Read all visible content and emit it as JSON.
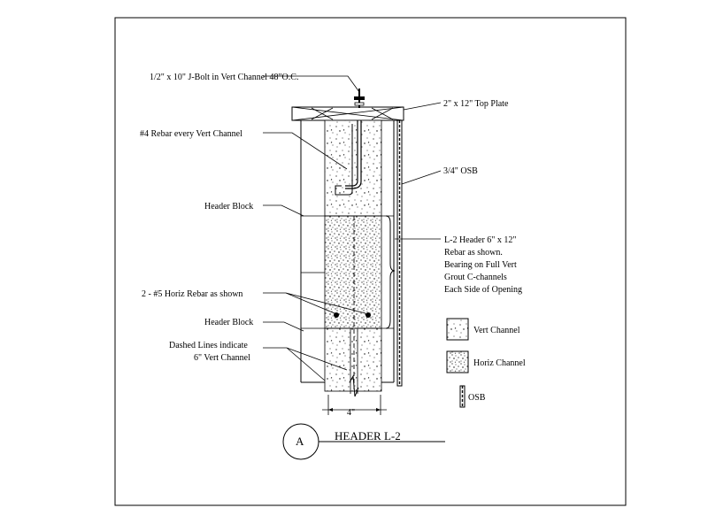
{
  "callouts": {
    "jbolt": "1/2\" x 10\" J-Bolt in Vert Channel 48\"O.C.",
    "top_plate": "2\" x 12\" Top Plate",
    "rebar4": "#4 Rebar every Vert Channel",
    "osb": "3/4\" OSB",
    "header_block_upper": "Header Block",
    "header_spec": [
      "L-2 Header 6\" x 12\"",
      "Rebar as shown.",
      "Bearing on Full Vert",
      "Grout C-channels",
      "Each Side of Opening"
    ],
    "horiz_rebar": "2 - #5 Horiz Rebar as shown",
    "header_block_lower": "Header Block",
    "dashed": [
      "Dashed Lines indicate",
      "6\" Vert Channel"
    ],
    "dimension": "4\""
  },
  "legend": [
    {
      "label": "Vert Channel",
      "pattern": "light-stipple"
    },
    {
      "label": "Horiz Channel",
      "pattern": "dense-stipple"
    },
    {
      "label": "OSB",
      "pattern": "osb"
    }
  ],
  "title_block": {
    "key": "A",
    "title": "HEADER L-2"
  },
  "colors": {
    "ink": "#000000",
    "background": "#ffffff"
  }
}
